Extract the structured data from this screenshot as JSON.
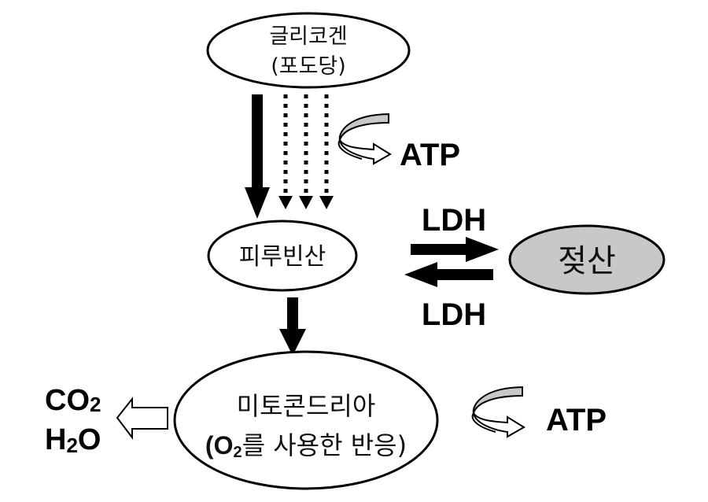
{
  "nodes": {
    "glycogen": {
      "line1": "글리코겐",
      "line2": "(포도당)"
    },
    "pyruvate": {
      "label": "피루빈산"
    },
    "lactate": {
      "label": "젖산",
      "fill": "#c8c8c8"
    },
    "mitochondria": {
      "line1": "미토콘드리아",
      "line2_prefix": "(O",
      "line2_sub": "2",
      "line2_suffix": "를 사용한 반응)"
    }
  },
  "labels": {
    "atp_top": "ATP",
    "atp_bottom": "ATP",
    "ldh_top": "LDH",
    "ldh_bottom": "LDH",
    "co2_main": "CO",
    "co2_sub": "2",
    "h2o_h": "H",
    "h2o_sub": "2",
    "h2o_o": "O"
  },
  "colors": {
    "stroke": "#000000",
    "curl_fill": "#c8c8c8",
    "hollow_fill": "#ffffff"
  }
}
